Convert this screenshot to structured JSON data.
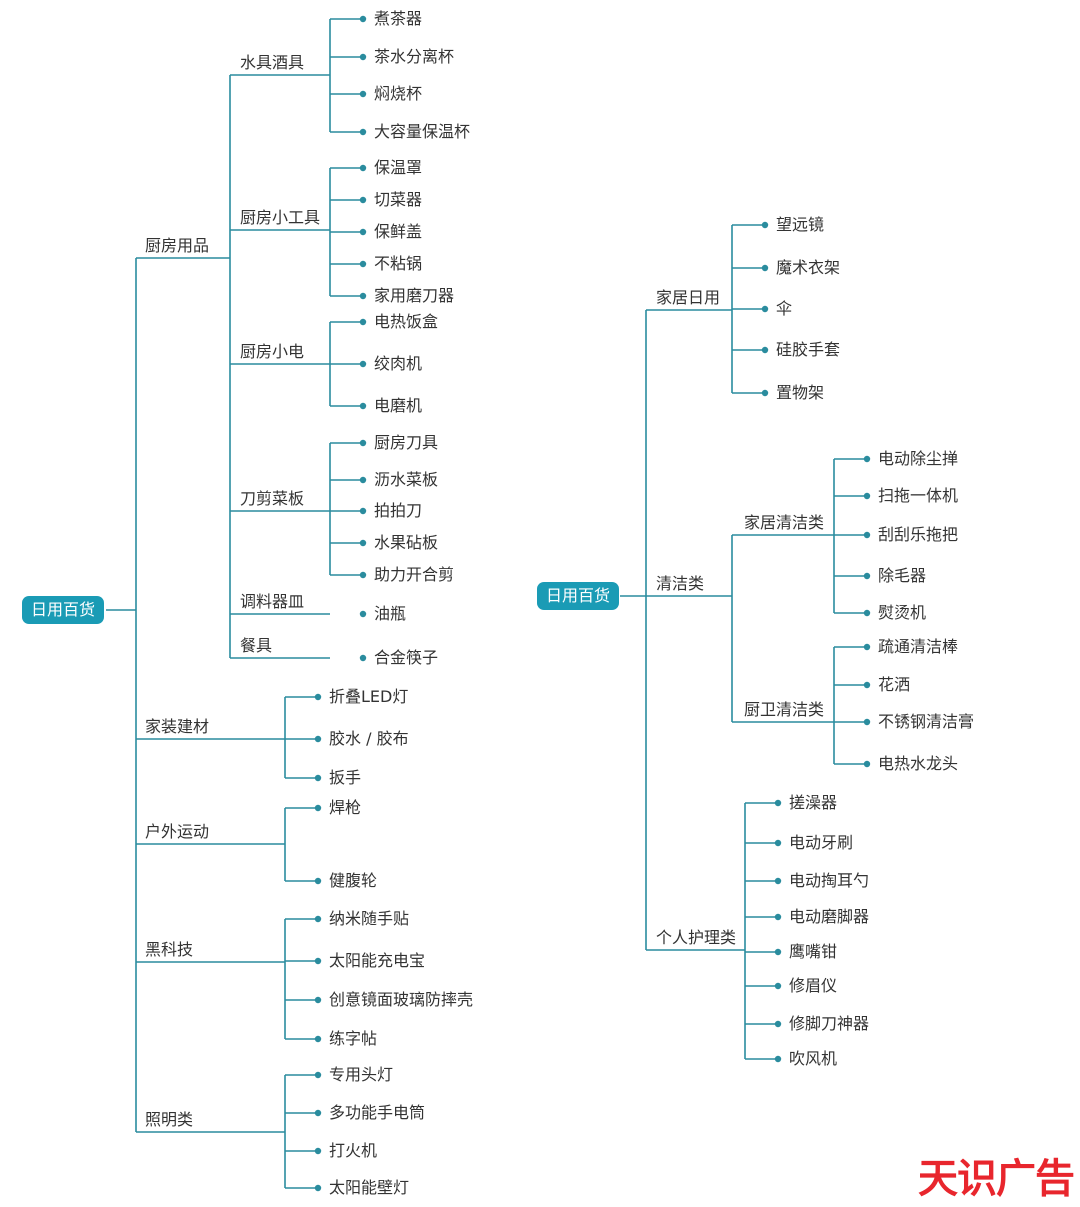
{
  "colors": {
    "line": "#2a8c9e",
    "root_bg": "#1a9bb5",
    "text": "#333333",
    "brand": "#e8262d"
  },
  "trees": [
    {
      "root": "日用百货",
      "children": [
        {
          "label": "厨房用品",
          "children": [
            {
              "label": "水具酒具",
              "children": [
                "煮茶器",
                "茶水分离杯",
                "焖烧杯",
                "大容量保温杯"
              ]
            },
            {
              "label": "厨房小工具",
              "children": [
                "保温罩",
                "切菜器",
                "保鲜盖",
                "不粘锅",
                "家用磨刀器"
              ]
            },
            {
              "label": "厨房小电",
              "children": [
                "电热饭盒",
                "绞肉机",
                "电磨机"
              ]
            },
            {
              "label": "刀剪菜板",
              "children": [
                "厨房刀具",
                "沥水菜板",
                "拍拍刀",
                "水果砧板",
                "助力开合剪"
              ]
            },
            {
              "label": "调料器皿",
              "children": [
                "油瓶"
              ]
            },
            {
              "label": "餐具",
              "children": [
                "合金筷子"
              ]
            }
          ]
        },
        {
          "label": "家装建材",
          "children": [
            "折叠LED灯",
            "胶水 / 胶布",
            "扳手"
          ]
        },
        {
          "label": "户外运动",
          "children": [
            "焊枪",
            "健腹轮"
          ]
        },
        {
          "label": "黑科技",
          "children": [
            "纳米随手贴",
            "太阳能充电宝",
            "创意镜面玻璃防摔壳",
            "练字帖"
          ]
        },
        {
          "label": "照明类",
          "children": [
            "专用头灯",
            "多功能手电筒",
            "打火机",
            "太阳能壁灯"
          ]
        }
      ]
    },
    {
      "root": "日用百货",
      "children": [
        {
          "label": "家居日用",
          "children": [
            "望远镜",
            "魔术衣架",
            "伞",
            "硅胶手套",
            "置物架"
          ]
        },
        {
          "label": "清洁类",
          "children": [
            {
              "label": "家居清洁类",
              "children": [
                "电动除尘掸",
                "扫拖一体机",
                "刮刮乐拖把",
                "除毛器",
                "熨烫机"
              ]
            },
            {
              "label": "厨卫清洁类",
              "children": [
                "疏通清洁棒",
                "花洒",
                "不锈钢清洁膏",
                "电热水龙头"
              ]
            }
          ]
        },
        {
          "label": "个人护理类",
          "children": [
            "搓澡器",
            "电动牙刷",
            "电动掏耳勺",
            "电动磨脚器",
            "鹰嘴钳",
            "修眉仪",
            "修脚刀神器",
            "吹风机"
          ]
        }
      ]
    }
  ],
  "brand_text": "天识广告"
}
